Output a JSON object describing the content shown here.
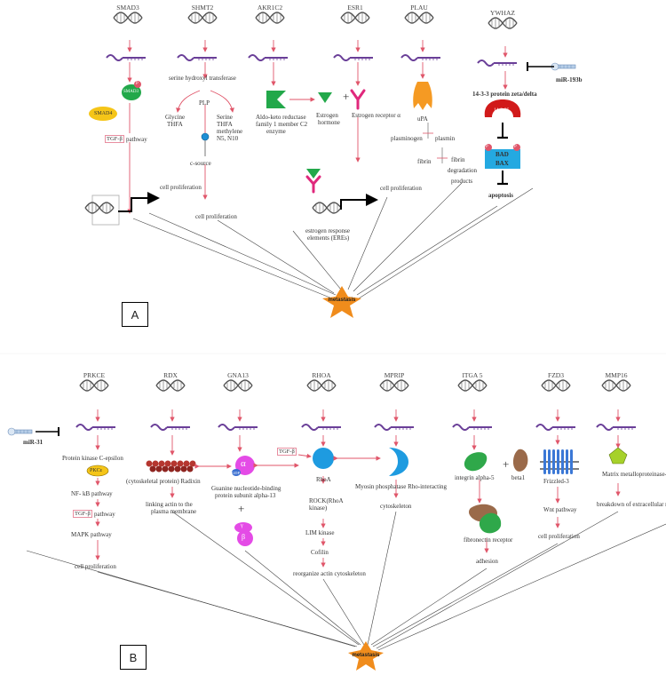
{
  "panelA": {
    "label": "A",
    "hub": "metastasis",
    "genes": {
      "smad3": "SMAD3",
      "shmt2": "SHMT2",
      "akr1c2": "AKR1C2",
      "esr1": "ESR1",
      "plau": "PLAU",
      "ywhaz": "YWHAZ"
    },
    "mir": "miR-193b",
    "smad3_protein": "SMAD3",
    "smad4": "SMAD4",
    "p": "P",
    "tgf": "TGF-β",
    "pathway": "pathway",
    "cell_proliferation": "cell proliferation",
    "serine_hydroxyl": "serine hydroxyl transferase",
    "plp": "PLP",
    "glycine": "Glycine",
    "thfa": "THFA",
    "serine": "Serine",
    "thfa2": "THFA",
    "methylene": "methylene",
    "n5n10": "N5, N10",
    "c_source": "c-source",
    "akr_line1": "Aldo-keto reductase",
    "akr_line2": "family 1 member C2",
    "akr_line3": "enzyme",
    "plus": "+",
    "estrogen1": "Estrogen",
    "estrogen2": "hormone",
    "er": "Estrogen receptor α",
    "ere1": "estrogen response",
    "ere2": "elements (EREs)",
    "upa": "uPA",
    "plasminogen": "plasminogen",
    "plasmin": "plasmin",
    "fibrin": "fibrin",
    "fibrin2": "fibrin",
    "degradation": "degradation",
    "products": "products",
    "ywhaz_protein": "14-3-3 protein zeta/delta",
    "ywhaz_shape": "14-3-3ζ",
    "bad": "BAD",
    "bax": "BAX",
    "apoptosis": "apoptosis"
  },
  "panelB": {
    "label": "B",
    "hub": "metastasis",
    "genes": {
      "prkce": "PRKCE",
      "rdx": "RDX",
      "gna13": "GNA13",
      "rhoa": "RHOA",
      "mprip": "MPRIP",
      "itga5": "ITGA 5",
      "fzd3": "FZD3",
      "mmp16": "MMP16"
    },
    "mir": "miR-31",
    "pkc_protein": "Protein kinase C-epsilon",
    "pkce": "PKCε",
    "nfkb": "NF- kB pathway",
    "tgf": "TGF-β",
    "tgf_pathway": "pathway",
    "mapk": "MAPK pathway",
    "cell_prolif": "cell proliferation",
    "radixin": "(cytoskeletal protein) Radixin",
    "linking1": "linking actin to the",
    "linking2": "plasma membrane",
    "alpha": "α",
    "gdp": "GDP",
    "beta": "β",
    "gamma": "γ",
    "gna_text1": "Guanine nucleotide-binding",
    "gna_text2": "protein subunit alpha-13",
    "plus": "+",
    "tgf_b": "TGF-β",
    "rhoa_text": "RhoA",
    "rock1": "ROCK(RhoA",
    "rock2": "kinase)",
    "limk": "LIM kinase",
    "cofilin": "Cofilin",
    "reorganize": "reorganize actin cytoskeleton",
    "myosin": "Myosin phosphatase Rho-interacting",
    "cytoskeleton": "cytoskeleton",
    "integrin": "integrin alpha-5",
    "beta1": "beta1",
    "fibronectin": "fibronectin receptor",
    "adhesion": "adhesion",
    "frizzled": "Frizzled-3",
    "wnt": "Wnt pathway",
    "cellprolif2": "cell proliferation",
    "matrix": "Matrix metalloproteinase-",
    "breakdown": "breakdown of extracellular ma"
  }
}
